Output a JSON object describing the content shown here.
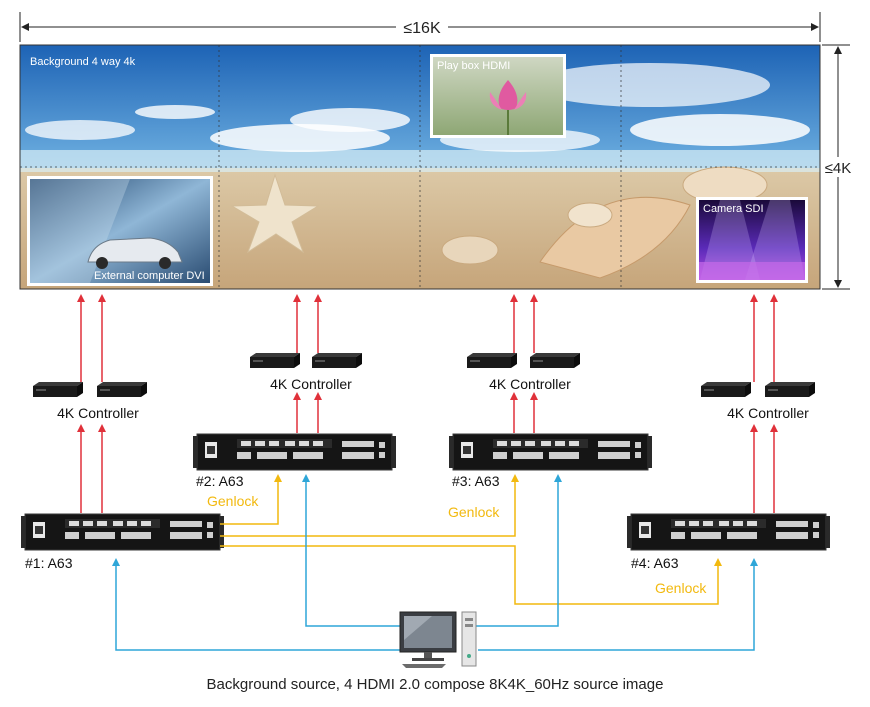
{
  "dimensions": {
    "width_label": "≤16K",
    "height_label": "≤4K"
  },
  "wall": {
    "background_label": "Background 4 way 4k",
    "windows": {
      "dvi": "External computer DVI",
      "hdmi": "Play box HDMI",
      "sdi": "Camera SDI"
    }
  },
  "controllers": [
    {
      "label": "4K Controller"
    },
    {
      "label": "4K Controller"
    },
    {
      "label": "4K Controller"
    },
    {
      "label": "4K Controller"
    }
  ],
  "processors": [
    {
      "label": "#1: A63"
    },
    {
      "label": "#2: A63"
    },
    {
      "label": "#3: A63"
    },
    {
      "label": "#4: A63"
    }
  ],
  "genlock_labels": [
    "Genlock",
    "Genlock",
    "Genlock"
  ],
  "caption": "Background source, 4 HDMI 2.0 compose 8K4K_60Hz source image",
  "colors": {
    "red_arrow": "#e0313a",
    "genlock": "#f2b90f",
    "blue_arrow": "#2ea6d8",
    "device": "#141414"
  },
  "icons": [
    "led-controller-icon",
    "a63-processor-icon",
    "source-computer-icon"
  ]
}
